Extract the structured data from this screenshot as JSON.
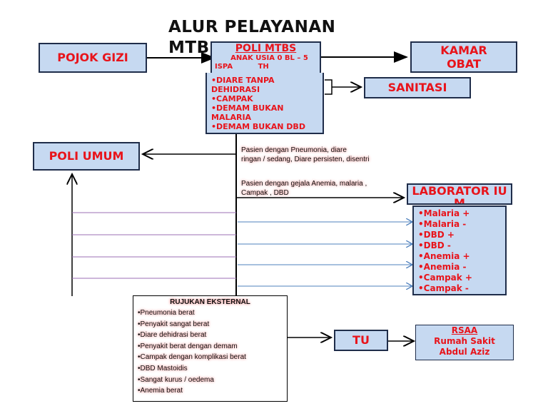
{
  "title": "ALUR PELAYANAN MTB",
  "pojok_gizi": "POJOK GIZI",
  "poli_mtbs": {
    "header": "POLI MTBS",
    "sub": "ANAK USIA  0 BL – 5",
    "sub2": "ISPA",
    "sub3": "TH",
    "items": [
      "•DIARE TANPA",
      "DEHIDRASI",
      "•CAMPAK",
      "•DEMAM BUKAN",
      "MALARIA",
      "•DEMAM BUKAN DBD"
    ]
  },
  "kamar_obat": "KAMAR OBAT",
  "sanitasi": "SANITASI",
  "poli_umum": "POLI UMUM",
  "note_pneumonia": [
    "Pasien dengan Pneumonia, diare",
    "ringan / sedang, Diare persisten, disentri"
  ],
  "note_anemia": [
    "Pasien dengan gejala Anemia, malaria ,",
    "Campak , DBD"
  ],
  "laboratorium": {
    "header": "LABORATOR IUM",
    "items": [
      "•Malaria +",
      "•Malaria -",
      "•DBD +",
      "•DBD -",
      "•Anemia +",
      "•Anemia -",
      "•Campak +",
      "•Campak -"
    ]
  },
  "rujukan": {
    "header": "RUJUKAN EKSTERNAL",
    "items": [
      "•Pneumonia berat",
      "•Penyakit sangat berat",
      "•Diare dehidrasi berat",
      "•Penyakit berat dengan demam",
      "•Campak dengan komplikasi berat",
      "•DBD Mastoidis",
      "•Sangat kurus / oedema",
      "•Anemia berat"
    ]
  },
  "tu": "TU",
  "rsaa": {
    "header": "RSAA",
    "line1": "Rumah Sakit",
    "line2": "Abdul Aziz"
  },
  "colors": {
    "box_fill": "#c6d9f1",
    "text_red": "#e8141b",
    "line_purple": "#9b6fb5",
    "arrow_blue": "#4f81bd"
  }
}
